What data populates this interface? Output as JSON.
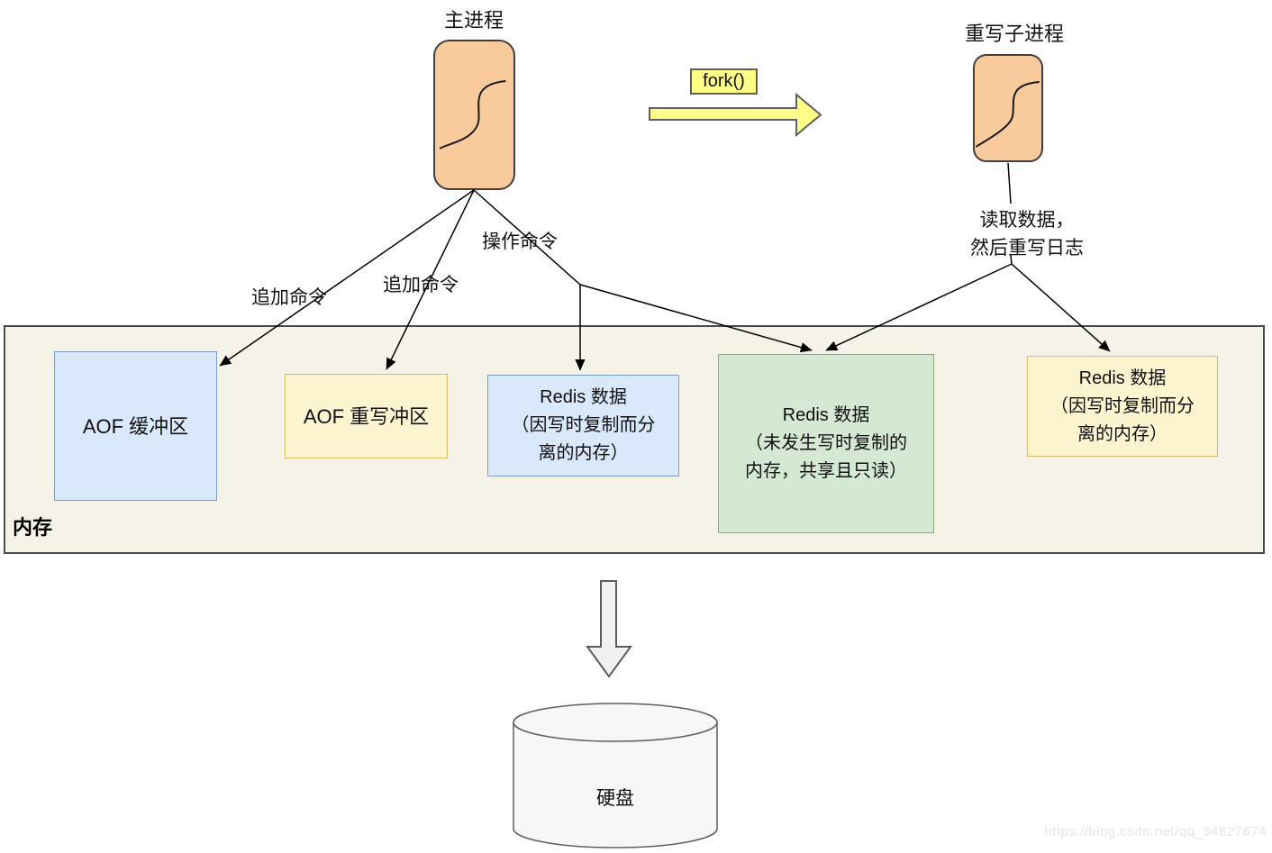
{
  "nodes": {
    "main_process": {
      "label": "主进程"
    },
    "child_process": {
      "label": "重写子进程"
    },
    "disk": {
      "label": "硬盘"
    }
  },
  "fork": {
    "label": "fork()"
  },
  "edges": {
    "append_1": "追加命令",
    "append_2": "追加命令",
    "operate": "操作命令",
    "read_rewrite_line1": "读取数据，",
    "read_rewrite_line2": "然后重写日志"
  },
  "memory": {
    "label": "内存",
    "aof_buffer": {
      "lines": [
        "AOF 缓冲区"
      ]
    },
    "aof_rewrite_buffer": {
      "lines": [
        "AOF 重写冲区"
      ]
    },
    "redis_cow_left": {
      "lines": [
        "Redis 数据",
        "（因写时复制而分",
        "离的内存）"
      ]
    },
    "redis_shared": {
      "lines": [
        "Redis 数据",
        "（未发生写时复制的",
        "内存，共享且只读）"
      ]
    },
    "redis_cow_right": {
      "lines": [
        "Redis 数据",
        "（因写时复制而分",
        "离的内存）"
      ]
    }
  },
  "watermark": "https://blog.csdn.net/qq_34827674",
  "colors": {
    "process_fill": "#f9cb9c",
    "process_border": "#3f3f3f",
    "fork_yellow": "#fdfd88",
    "memory_bg": "#f5f2e8",
    "memory_border": "#4a4a4a",
    "blue_fill": "#dae8fc",
    "blue_border": "#7e9dc8",
    "yellow_fill": "#fcf3cf",
    "yellow_border": "#d7bd6a",
    "green_fill": "#d5e8d4",
    "green_border": "#83ad74",
    "gray_fill": "#f5f5f5",
    "gray_border": "#5e5e5e",
    "connector": "#000000"
  }
}
